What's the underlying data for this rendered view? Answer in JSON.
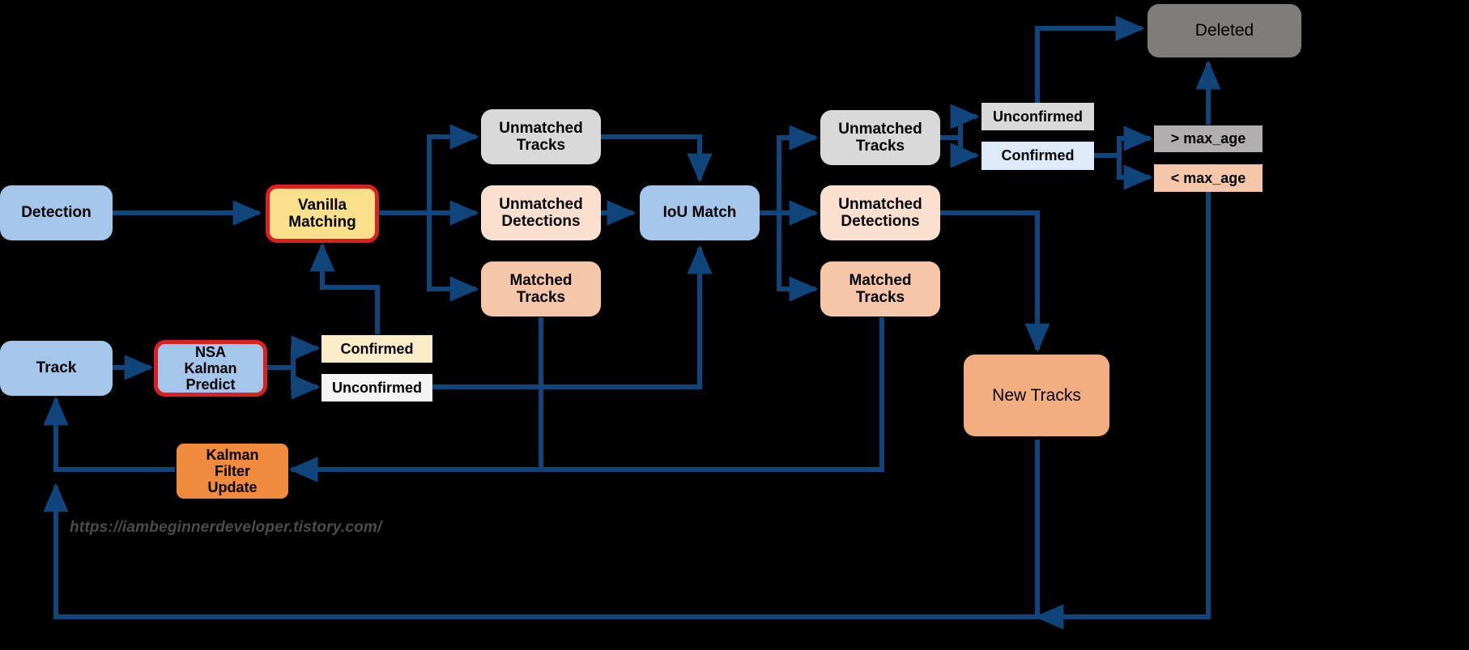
{
  "diagram": {
    "title": "StrongSORT / DeepSORT tracking pipeline flowchart",
    "background": "#000000",
    "wire_color": "#10457c",
    "highlight_color": "#dc1f1f",
    "watermark": "https://iambeginnerdeveloper.tistory.com/"
  },
  "palette": {
    "blue": "#a3c6ea",
    "yellow": "#fbe08c",
    "cream": "#fcecc8",
    "white": "#f4f4f4",
    "gray_light": "#d9d9d9",
    "gray_mid": "#b0aeae",
    "gray_dark": "#807c79",
    "peach_light": "#fbe0d0",
    "peach": "#f6c6a8",
    "orange": "#f08a3c",
    "ice_blue": "#ddeaf7"
  },
  "nodes": {
    "detection": {
      "label": "Detection"
    },
    "vanilla_matching": {
      "label": "Vanilla\nMatching"
    },
    "unmatched_tracks_1": {
      "label": "Unmatched\nTracks"
    },
    "unmatched_detections_1": {
      "label": "Unmatched\nDetections"
    },
    "matched_tracks_1": {
      "label": "Matched\nTracks"
    },
    "iou_match": {
      "label": "IoU Match"
    },
    "unmatched_tracks_2": {
      "label": "Unmatched\nTracks"
    },
    "unmatched_detections_2": {
      "label": "Unmatched\nDetections"
    },
    "matched_tracks_2": {
      "label": "Matched\nTracks"
    },
    "unconfirmed_right": {
      "label": "Unconfirmed"
    },
    "confirmed_right": {
      "label": "Confirmed"
    },
    "deleted": {
      "label": "Deleted"
    },
    "gt_max_age": {
      "label": "> max_age"
    },
    "lt_max_age": {
      "label": "< max_age"
    },
    "new_tracks": {
      "label": "New Tracks"
    },
    "track": {
      "label": "Track"
    },
    "nsa_kalman_predict": {
      "label": "NSA\nKalman\nPredict"
    },
    "confirmed_left": {
      "label": "Confirmed"
    },
    "unconfirmed_left": {
      "label": "Unconfirmed"
    },
    "kalman_filter_update": {
      "label": "Kalman\nFilter\nUpdate"
    }
  }
}
